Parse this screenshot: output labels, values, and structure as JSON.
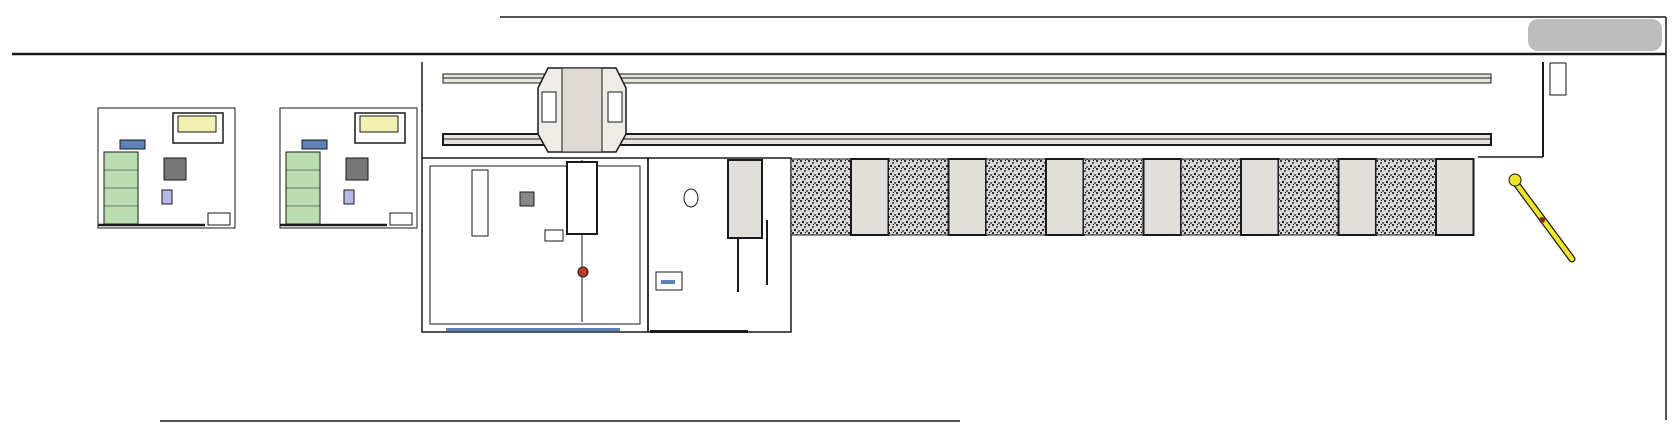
{
  "drawing": {
    "colors": {
      "line": "#1a1a1a",
      "rail_fill": "#e6e4de",
      "shuttle_fill": "#eeece6",
      "cell_fill": "#e2dfda",
      "panel_pattern": "#9a9a9a",
      "bed_green": "#b9ddb0",
      "roll_yellow": "#f2f0b0",
      "arm_yellow": "#f1e51f",
      "accent_blue": "#5b82b8",
      "accent_red": "#c0392b",
      "header_blur": "#bdbdbd"
    },
    "machines": [
      "machine-1",
      "machine-2"
    ],
    "panel_count": 7
  }
}
